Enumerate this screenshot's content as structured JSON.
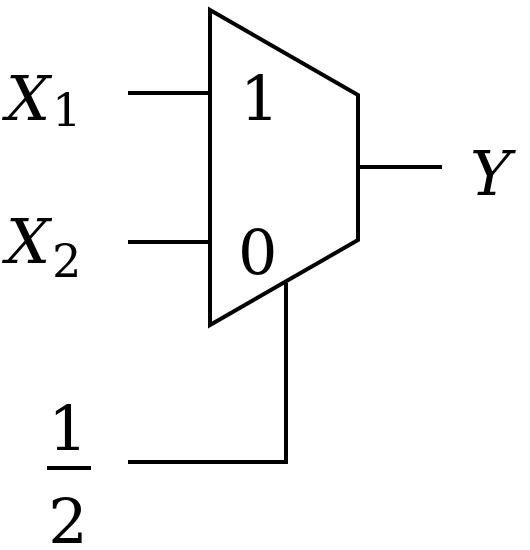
{
  "diagram": {
    "inputs": [
      {
        "var": "X",
        "sub": "1",
        "mux_select_value": "1"
      },
      {
        "var": "X",
        "sub": "2",
        "mux_select_value": "0"
      }
    ],
    "select": {
      "numerator": "1",
      "denominator": "2"
    },
    "output": {
      "var": "Y"
    },
    "colors": {
      "stroke": "#000000",
      "background": "#ffffff"
    }
  }
}
